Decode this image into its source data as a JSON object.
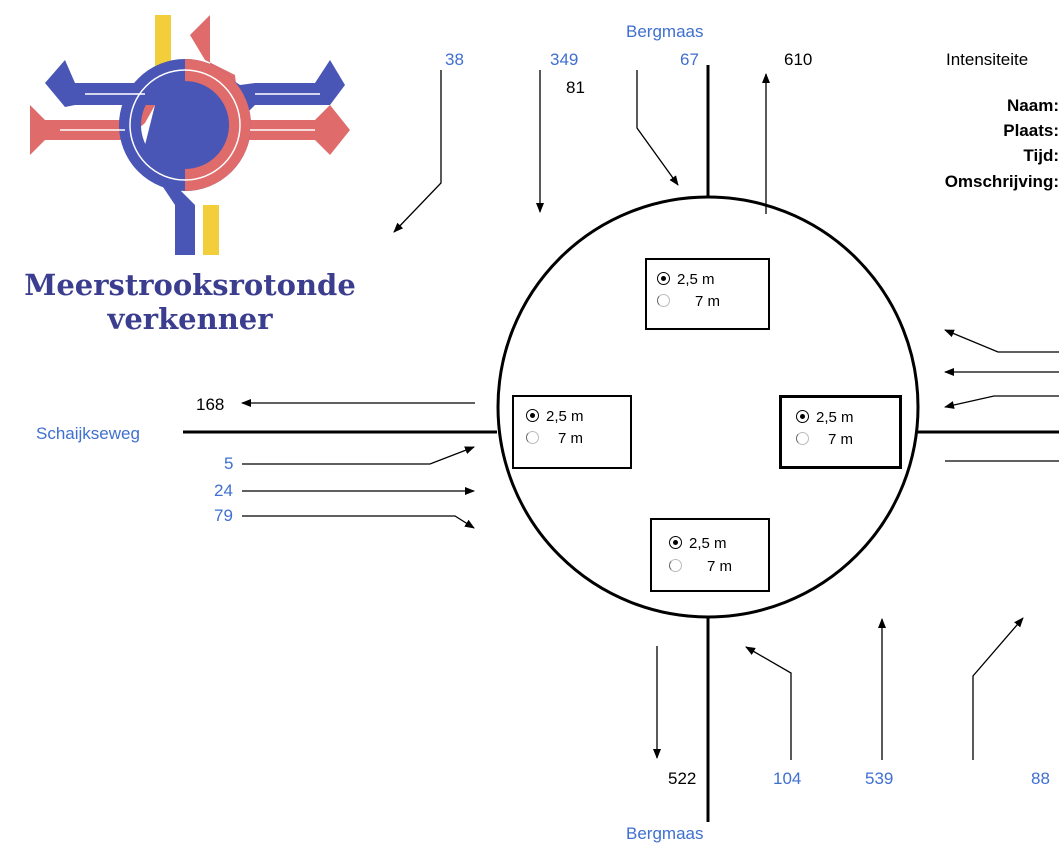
{
  "logo": {
    "line1": "Meerstrooksrotonde",
    "line2": "verkenner"
  },
  "roads": {
    "north": "Bergmaas",
    "south": "Bergmaas",
    "west": "Schaijkseweg"
  },
  "north": {
    "in_right": "38",
    "in_straight": "349",
    "in_left": "67",
    "extra": "81",
    "out": "610"
  },
  "west": {
    "out": "168",
    "in_right": "5",
    "in_straight": "24",
    "in_left": "79"
  },
  "south": {
    "out": "522",
    "in_left": "104",
    "in_straight": "539",
    "in_right": "88"
  },
  "info": {
    "heading": "Intensiteite",
    "naam_label": "Naam:",
    "plaats_label": "Plaats:",
    "tijd_label": "Tijd:",
    "omschrijving_label": "Omschrijving:"
  },
  "lane_options": {
    "north": {
      "opt1": "2,5 m",
      "opt2": "7  m",
      "selected": "2,5 m"
    },
    "west": {
      "opt1": "2,5 m",
      "opt2": "7  m",
      "selected": "2,5 m"
    },
    "east": {
      "opt1": "2,5 m",
      "opt2": "7  m",
      "selected": "2,5 m"
    },
    "south": {
      "opt1": "2,5 m",
      "opt2": "7  m",
      "selected": "2,5 m"
    }
  },
  "colors": {
    "blue_text": "#3f6fd1",
    "logo_blue": "#4a56b5",
    "logo_red": "#df6b6b",
    "logo_yellow": "#f2cf3a"
  }
}
